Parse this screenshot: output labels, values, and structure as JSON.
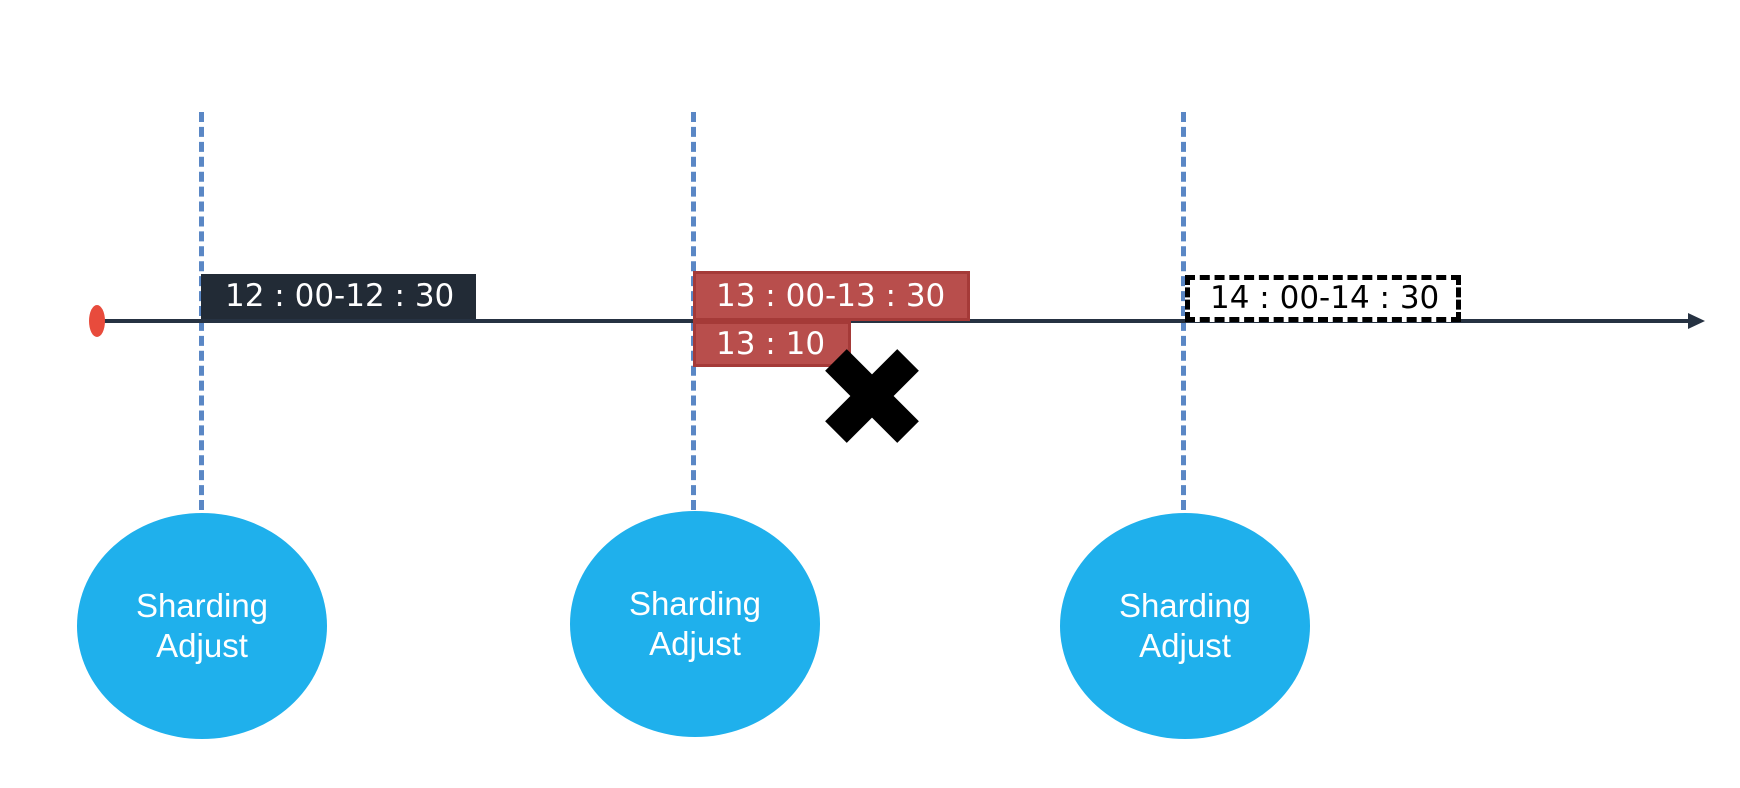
{
  "timeline": {
    "color": "#263242",
    "start_marker_color": "#e84b3c",
    "guide_color": "#5a87c5"
  },
  "time_windows": [
    {
      "label": "12 : 00-12 : 30",
      "style": "active",
      "fill": "#222b36"
    },
    {
      "label": "13 : 00-13 : 30",
      "style": "failed",
      "fill": "#b84e4c"
    },
    {
      "label": "13 : 10",
      "style": "failed",
      "fill": "#b84e4c"
    },
    {
      "label": "14 : 00-14 : 30",
      "style": "pending",
      "fill": "#ffffff"
    }
  ],
  "failure_marker": {
    "icon": "cross-icon",
    "color": "#000000"
  },
  "nodes": [
    {
      "line1": "Sharding",
      "line2": "Adjust",
      "fill": "#1fb0ec"
    },
    {
      "line1": "Sharding",
      "line2": "Adjust",
      "fill": "#1fb0ec"
    },
    {
      "line1": "Sharding",
      "line2": "Adjust",
      "fill": "#1fb0ec"
    }
  ]
}
